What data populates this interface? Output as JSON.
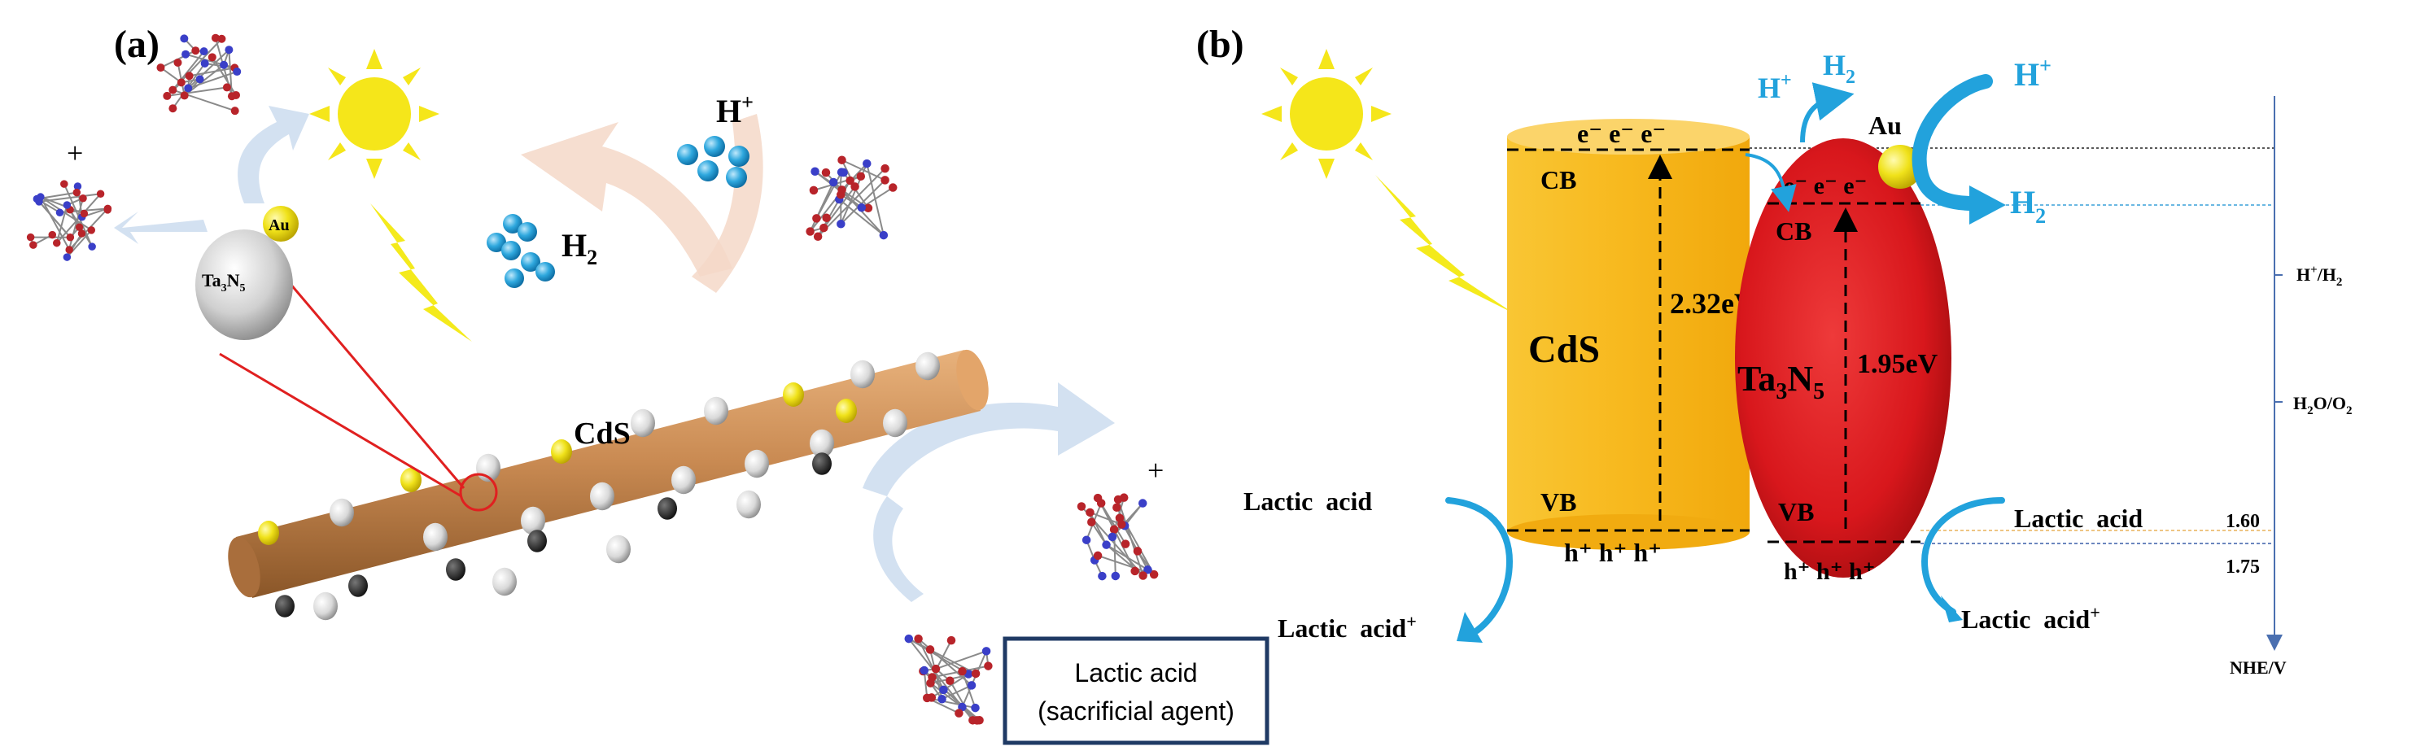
{
  "panel_a": {
    "label": "(a)",
    "au": "Au",
    "ta3n5_main": "Ta",
    "ta3n5_sub1": "3",
    "ta3n5_mid": "N",
    "ta3n5_sub2": "5",
    "plus_top": "+",
    "plus_right": "+",
    "h_plus_base": "H",
    "h_plus_sup": "+",
    "h2_base": "H",
    "h2_sub": "2",
    "cds": "CdS",
    "box_line1": "Lactic acid",
    "box_line2": "(sacrificial agent)"
  },
  "panel_b": {
    "label": "(b)",
    "hplus_left_base": "H",
    "hplus_left_sup": "+",
    "h2_top_base": "H",
    "h2_top_sub": "2",
    "au": "Au",
    "hplus_right_base": "H",
    "hplus_right_sup": "+",
    "h2_right_base": "H",
    "h2_right_sub": "2",
    "cds_electrons": "e⁻ e⁻ e⁻",
    "cds_cb": "CB",
    "cds_vb": "VB",
    "cds_name": "CdS",
    "cds_gap": "2.32eV",
    "cds_holes": "h⁺ h⁺ h⁺",
    "ta_electrons": "e⁻ e⁻ e⁻",
    "ta_cb": "CB",
    "ta_vb": "VB",
    "ta_name_base": "Ta",
    "ta_name_sub1": "3",
    "ta_name_mid": "N",
    "ta_name_sub2": "5",
    "ta_gap": "1.95eV",
    "ta_holes": "h⁺ h⁺ h⁺",
    "lactic_left": "Lactic  acid",
    "lactic_left_out_base": "Lactic  acid",
    "lactic_left_out_sup": "+",
    "lactic_right": "Lactic  acid",
    "lactic_right_out_base": "Lactic  acid",
    "lactic_right_out_sup": "+",
    "axis_h_base": "H",
    "axis_h_sup": "+",
    "axis_h_rest": "/H",
    "axis_h_sub": "2",
    "axis_o_base": "H",
    "axis_o_sub1": "2",
    "axis_o_mid": "O/O",
    "axis_o_sub2": "2",
    "axis_160": "1.60",
    "axis_175": "1.75",
    "axis_unit": "NHE/V"
  },
  "colors": {
    "sun": "#f5e61a",
    "lightning": "#f4ea1c",
    "cds_yellow": "#f7b81d",
    "ta3n5_red": "#d8171c",
    "arrow_blue": "#22a2dc",
    "rod_brown": "#c98a52",
    "au_yellow": "#f0e21a",
    "box_border": "#1f3a64"
  }
}
